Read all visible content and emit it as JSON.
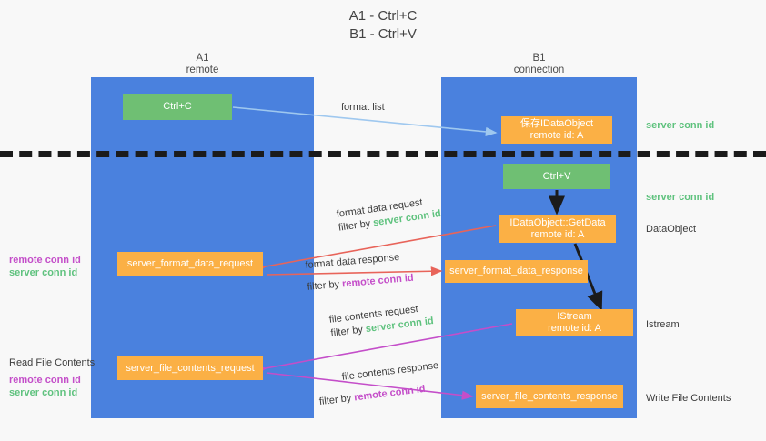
{
  "title": {
    "line1": "A1 - Ctrl+C",
    "line2": "B1 - Ctrl+V"
  },
  "lanes": [
    {
      "id": "A1",
      "name": "A1",
      "sub": "remote",
      "color": "#4a81de"
    },
    {
      "id": "B1",
      "name": "B1",
      "sub": "connection",
      "color": "#4a81de"
    }
  ],
  "colors": {
    "lane_blue": "#4a81de",
    "green_box": "#6fbf73",
    "orange_box": "#fbb045",
    "server_conn_green": "#5fc27e",
    "remote_conn_purple": "#c44ec9",
    "arrow_blue": "#9fc8ef",
    "arrow_red": "#e8645a",
    "arrow_magenta": "#c44ec9",
    "arrow_black": "#1b1b1b",
    "background": "#f8f8f8"
  },
  "boxes": {
    "ctrl_c": {
      "line1": "Ctrl+C",
      "line2": ""
    },
    "save_idataobject": {
      "line1": "保存IDataObject",
      "line2": "remote id: A"
    },
    "ctrl_v": {
      "line1": "Ctrl+V",
      "line2": ""
    },
    "get_data": {
      "line1": "IDataObject::GetData",
      "line2": "remote id: A"
    },
    "server_format_data_request": {
      "line1": "server_format_data_request",
      "line2": ""
    },
    "server_format_data_response": {
      "line1": "server_format_data_response",
      "line2": ""
    },
    "istream": {
      "line1": "IStream",
      "line2": "remote id: A"
    },
    "server_file_contents_request": {
      "line1": "server_file_contents_request",
      "line2": ""
    },
    "server_file_contents_response": {
      "line1": "server_file_contents_response",
      "line2": ""
    }
  },
  "edge_labels": {
    "format_list": "format list",
    "format_data_request": {
      "line1": "format data request",
      "prefix": "filter by ",
      "key": "server conn id"
    },
    "format_data_response": {
      "line1": "format data response",
      "prefix": "filter by ",
      "key": "remote conn id"
    },
    "file_contents_request": {
      "line1": "file contents request",
      "prefix": "filter by ",
      "key": "server conn id"
    },
    "file_contents_response": {
      "line1": "file contents response",
      "prefix": "filter by ",
      "key": "remote conn id"
    }
  },
  "right_labels": {
    "server_conn_id_top": "server conn id",
    "server_conn_id_mid": "server conn id",
    "data_object": "DataObject",
    "istream": "Istream",
    "write_file_contents": "Write File Contents"
  },
  "left_labels": {
    "remote_conn_id_1": "remote conn id",
    "server_conn_id_1": "server conn id",
    "read_file_contents": "Read File Contents",
    "remote_conn_id_2": "remote conn id",
    "server_conn_id_2": "server conn id"
  }
}
